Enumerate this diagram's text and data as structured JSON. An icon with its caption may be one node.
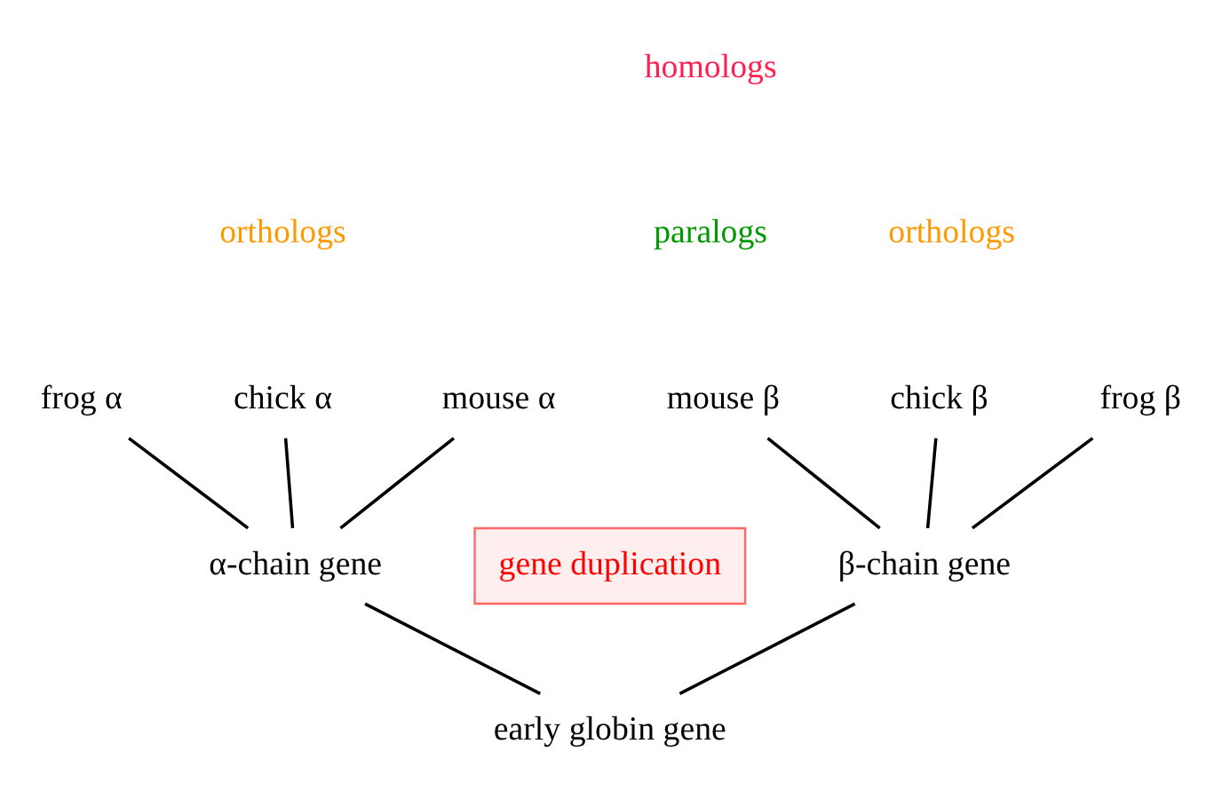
{
  "diagram": {
    "nodes": [
      {
        "text": [
          "frog α"
        ]
      },
      {
        "text": [
          "chick α"
        ]
      },
      {
        "text": [
          "mouse α"
        ]
      },
      {
        "text": [
          "mouse β"
        ]
      },
      {
        "text": [
          "chick β"
        ]
      },
      {
        "text": [
          "frog β"
        ]
      },
      {
        "text": [
          "α-chain gene"
        ]
      },
      {
        "text": [
          "β-chain gene"
        ]
      },
      {
        "text": [
          "gene duplication"
        ]
      },
      {
        "text": [
          "early globin gene"
        ]
      }
    ],
    "edges": [
      {
        "from": 9,
        "to": 6,
        "arrow": "none"
      },
      {
        "from": 9,
        "to": 7,
        "arrow": "none"
      },
      {
        "from": 6,
        "to": 0,
        "arrow": "none"
      },
      {
        "from": 6,
        "to": 1,
        "arrow": "none"
      },
      {
        "from": 6,
        "to": 2,
        "arrow": "none"
      },
      {
        "from": 7,
        "to": 3,
        "arrow": "none"
      },
      {
        "from": 7,
        "to": 4,
        "arrow": "none"
      },
      {
        "from": 7,
        "to": 5,
        "arrow": "none"
      }
    ],
    "labels": [
      "homologs",
      "orthologs",
      "paralogs",
      "orthologs"
    ]
  }
}
